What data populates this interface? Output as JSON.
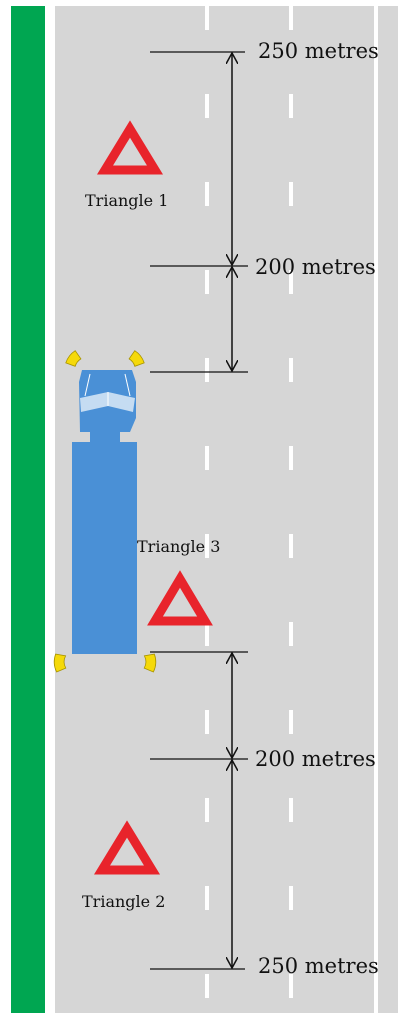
{
  "colors": {
    "verge": "#00a651",
    "road": "#d6d6d6",
    "lane_marking": "#ffffff",
    "triangle": "#e8242b",
    "lorry": "#4a90d6",
    "hazard_light": "#f5d90a",
    "measure_line": "#111111"
  },
  "triangles": {
    "t1": "Triangle 1",
    "t2": "Triangle 2",
    "t3": "Triangle 3"
  },
  "distances": {
    "top_outer": "250 metres",
    "top_inner": "200 metres",
    "bottom_inner": "200 metres",
    "bottom_outer": "250 metres"
  }
}
